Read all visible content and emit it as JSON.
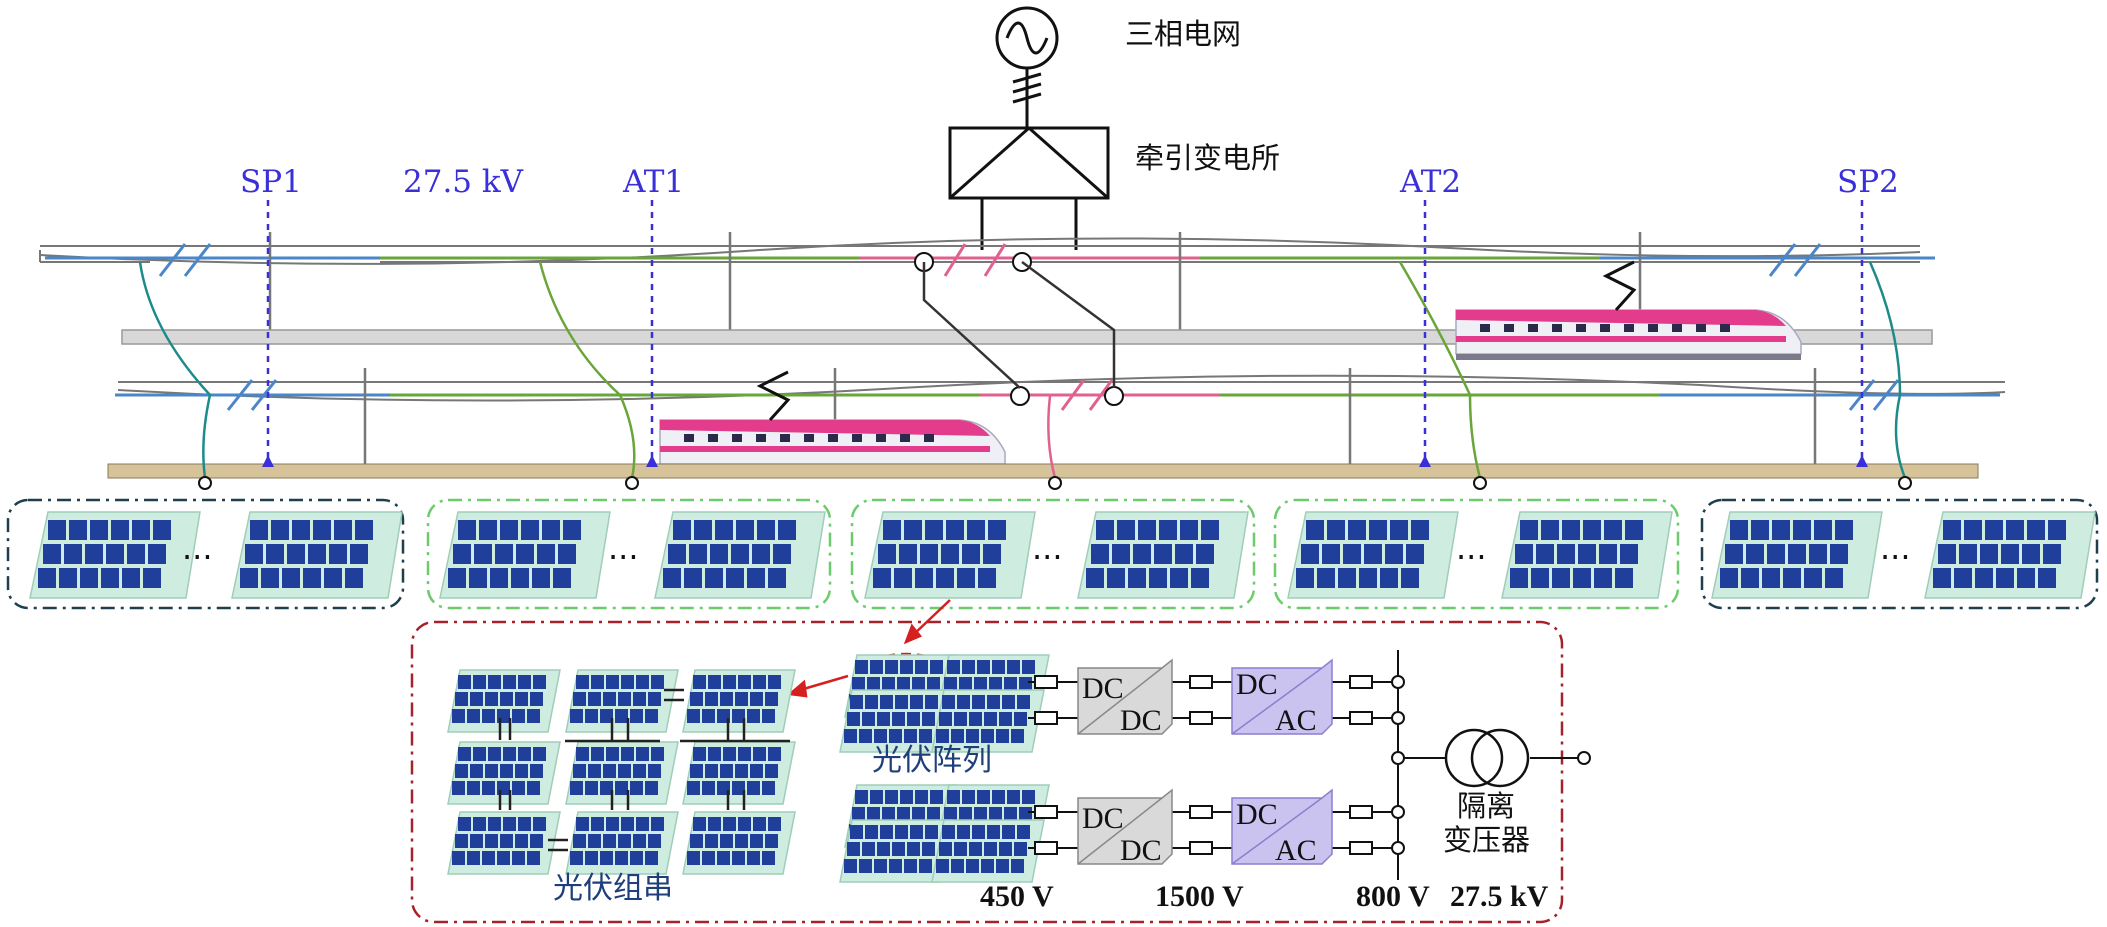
{
  "grid": {
    "label": "三相电网"
  },
  "substation": {
    "label": "牵引变电所"
  },
  "voltage_label": "27.5 kV",
  "sections": {
    "sp1": "SP1",
    "at1": "AT1",
    "at2": "AT2",
    "sp2": "SP2"
  },
  "ellipsis": "···",
  "detail": {
    "pv_string_label": "光伏组串",
    "pv_array_label": "光伏阵列",
    "transformer_label_line1": "隔离",
    "transformer_label_line2": "变压器",
    "dcdc_top": "DC",
    "dcdc_bottom": "DC",
    "dcac_top": "DC",
    "dcac_bottom": "AC",
    "voltages": [
      "450 V",
      "1500 V",
      "800 V",
      "27.5 kV"
    ]
  },
  "colors": {
    "label_blue": "#3a2fd8",
    "feeder_blue": "#4a86c8",
    "feeder_green": "#6aa53a",
    "feeder_pink": "#e0608f",
    "group_dark_border": "#1f3f4f",
    "group_green_border": "#6ccb6c",
    "detail_border": "#a5222a",
    "panel_blue": "#1f3f9a",
    "panel_frame": "#cfece0",
    "dcdc_fill": "#d9d9d9",
    "dcac_fill": "#cbc3ef"
  }
}
